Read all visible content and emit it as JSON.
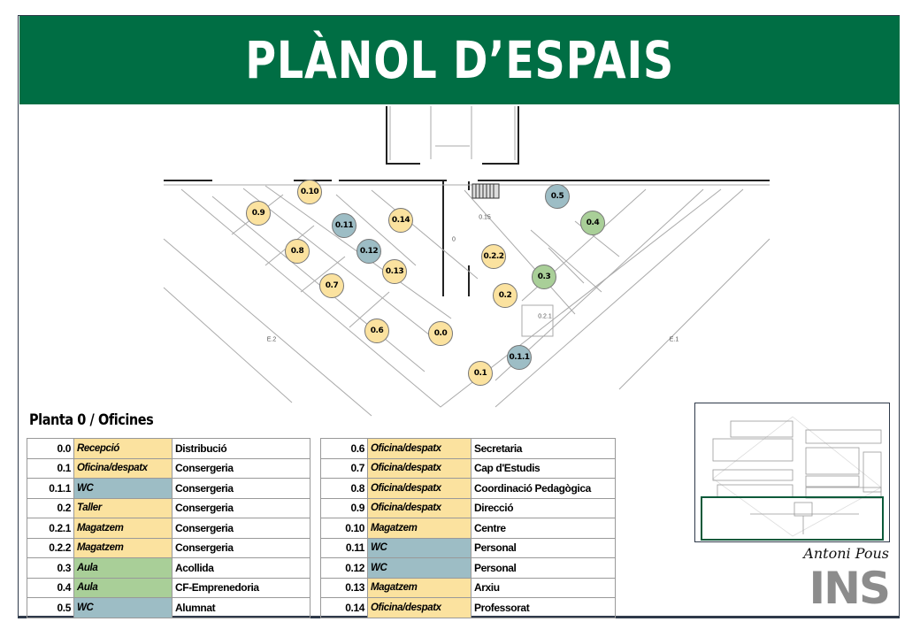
{
  "header": {
    "title": "PLÀNOL D’ESPAIS"
  },
  "colors": {
    "brand_green": "#006e44",
    "office_yellow": "#fbe29f",
    "wc_blue": "#9dbdc5",
    "classroom_green": "#a9cf98"
  },
  "plan": {
    "markers": [
      {
        "label": "0.10",
        "cat": "y"
      },
      {
        "label": "0.9",
        "cat": "y"
      },
      {
        "label": "0.11",
        "cat": "b"
      },
      {
        "label": "0.14",
        "cat": "y"
      },
      {
        "label": "0.8",
        "cat": "y"
      },
      {
        "label": "0.12",
        "cat": "b"
      },
      {
        "label": "0.13",
        "cat": "y"
      },
      {
        "label": "0.7",
        "cat": "y"
      },
      {
        "label": "0.6",
        "cat": "y"
      },
      {
        "label": "0.0",
        "cat": "y"
      },
      {
        "label": "0.1",
        "cat": "y"
      },
      {
        "label": "0.1.1",
        "cat": "b"
      },
      {
        "label": "0.2",
        "cat": "y"
      },
      {
        "label": "0.2.2",
        "cat": "y"
      },
      {
        "label": "0.3",
        "cat": "g"
      },
      {
        "label": "0.5",
        "cat": "b"
      },
      {
        "label": "0.4",
        "cat": "g"
      }
    ],
    "area_labels": [
      "0.15",
      "0",
      "0.2.1",
      "E.2",
      "E.1"
    ]
  },
  "section_title": "Planta 0  / Oficines",
  "table_left": [
    {
      "num": "0.0",
      "type": "Recepció",
      "cat": "y",
      "desc": "Distribució"
    },
    {
      "num": "0.1",
      "type": "Oficina/despatx",
      "cat": "y",
      "desc": "Consergeria"
    },
    {
      "num": "0.1.1",
      "type": "WC",
      "cat": "b",
      "desc": "Consergeria"
    },
    {
      "num": "0.2",
      "type": "Taller",
      "cat": "y",
      "desc": "Consergeria"
    },
    {
      "num": "0.2.1",
      "type": "Magatzem",
      "cat": "y",
      "desc": "Consergeria"
    },
    {
      "num": "0.2.2",
      "type": "Magatzem",
      "cat": "y",
      "desc": "Consergeria"
    },
    {
      "num": "0.3",
      "type": "Aula",
      "cat": "g",
      "desc": "Acollida"
    },
    {
      "num": "0.4",
      "type": "Aula",
      "cat": "g",
      "desc": "CF-Emprenedoria"
    },
    {
      "num": "0.5",
      "type": "WC",
      "cat": "b",
      "desc": "Alumnat"
    }
  ],
  "table_right": [
    {
      "num": "0.6",
      "type": "Oficina/despatx",
      "cat": "y",
      "desc": "Secretaria"
    },
    {
      "num": "0.7",
      "type": "Oficina/despatx",
      "cat": "y",
      "desc": "Cap d'Estudis"
    },
    {
      "num": "0.8",
      "type": "Oficina/despatx",
      "cat": "y",
      "desc": "Coordinació Pedagògica"
    },
    {
      "num": "0.9",
      "type": "Oficina/despatx",
      "cat": "y",
      "desc": "Direcció"
    },
    {
      "num": "0.10",
      "type": "Magatzem",
      "cat": "y",
      "desc": "Centre"
    },
    {
      "num": "0.11",
      "type": "WC",
      "cat": "b",
      "desc": "Personal"
    },
    {
      "num": "0.12",
      "type": "WC",
      "cat": "b",
      "desc": "Personal"
    },
    {
      "num": "0.13",
      "type": "Magatzem",
      "cat": "y",
      "desc": "Arxiu"
    },
    {
      "num": "0.14",
      "type": "Oficina/despatx",
      "cat": "y",
      "desc": "Professorat"
    }
  ],
  "logo": {
    "text": "INS",
    "signature": "Antoni Pous"
  }
}
